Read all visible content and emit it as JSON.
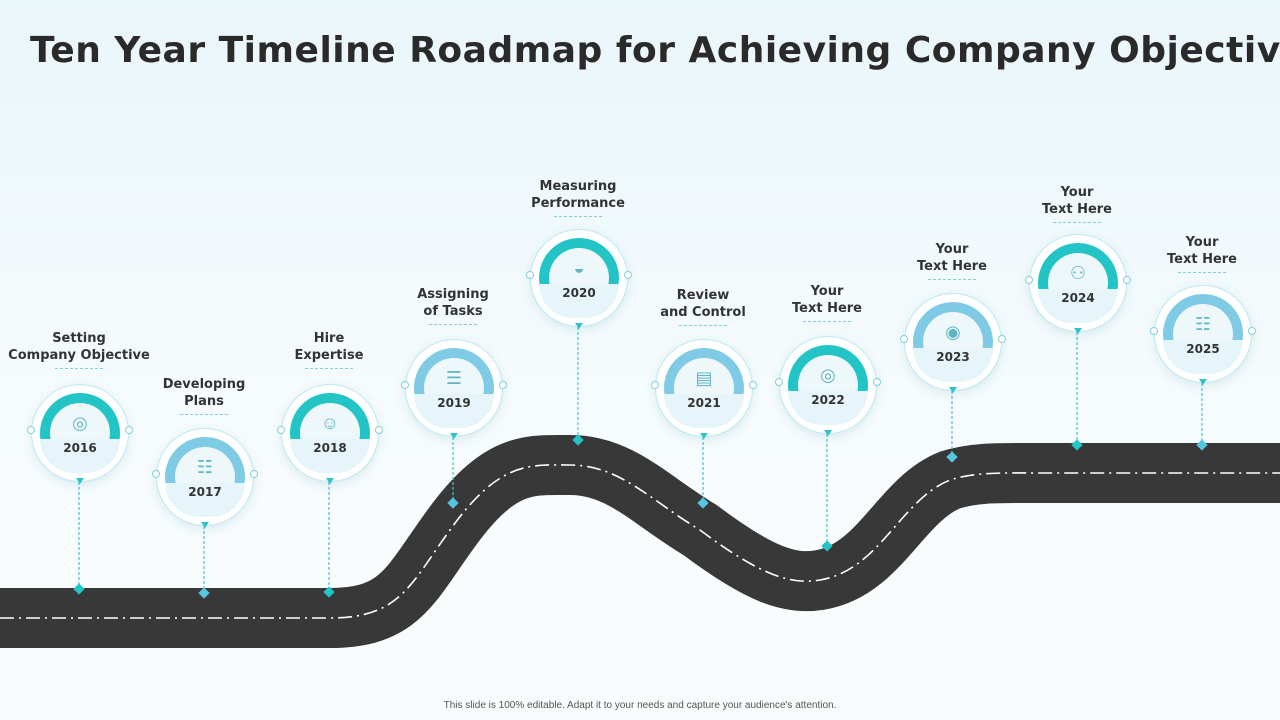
{
  "title": "Ten Year Timeline Roadmap for Achieving Company Objectives",
  "footer": "This slide is 100% editable. Adapt it to your needs and capture your audience's attention.",
  "colors": {
    "road": "#3a3a3a",
    "teal": "#22c4c6",
    "light_blue": "#7fcbe6",
    "connector": "#45c3cc"
  },
  "milestones": [
    {
      "year": "2016",
      "label": "Setting\nCompany Objective",
      "icon": "target-icon",
      "style": "teal"
    },
    {
      "year": "2017",
      "label": "Developing\nPlans",
      "icon": "plan-icon",
      "style": "light"
    },
    {
      "year": "2018",
      "label": "Hire\nExpertise",
      "icon": "hire-icon",
      "style": "teal"
    },
    {
      "year": "2019",
      "label": "Assigning\nof Tasks",
      "icon": "clipboard-icon",
      "style": "light"
    },
    {
      "year": "2020",
      "label": "Measuring\nPerformance",
      "icon": "measuring-tape-icon",
      "style": "teal"
    },
    {
      "year": "2021",
      "label": "Review\nand Control",
      "icon": "presentation-icon",
      "style": "light"
    },
    {
      "year": "2022",
      "label": "Your\nText Here",
      "icon": "target-icon",
      "style": "teal"
    },
    {
      "year": "2023",
      "label": "Your\nText Here",
      "icon": "money-bag-icon",
      "style": "light"
    },
    {
      "year": "2024",
      "label": "Your\nText Here",
      "icon": "team-icon",
      "style": "teal"
    },
    {
      "year": "2025",
      "label": "Your\nText Here",
      "icon": "hierarchy-icon",
      "style": "light"
    }
  ]
}
